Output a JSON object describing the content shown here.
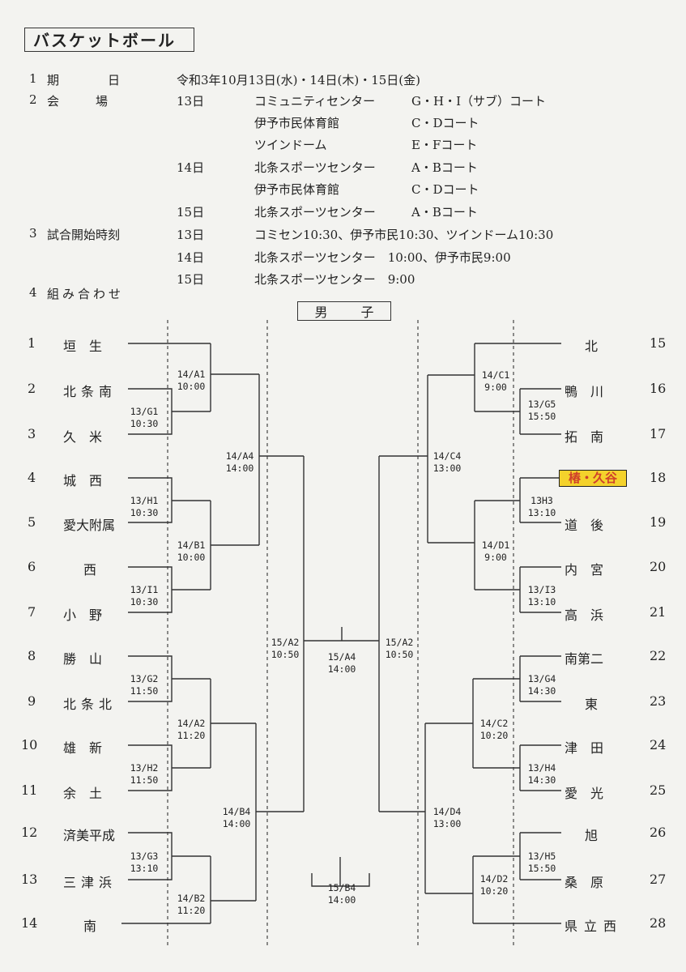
{
  "title": "バスケットボール",
  "info": {
    "r1_no": "1",
    "r1_label": "期　　　　日",
    "r1_val": "令和3年10月13日(水)・14日(木)・15日(金)",
    "r2_no": "2",
    "r2_label": "会　　　場",
    "venues": [
      {
        "day": "13日",
        "place": "コミュニティセンター",
        "court": "G・H・I（サブ）コート"
      },
      {
        "day": "",
        "place": "伊予市民体育館",
        "court": "C・Dコート"
      },
      {
        "day": "",
        "place": "ツインドーム",
        "court": "E・Fコート"
      },
      {
        "day": "14日",
        "place": "北条スポーツセンター",
        "court": "A・Bコート"
      },
      {
        "day": "",
        "place": "伊予市民体育館",
        "court": "C・Dコート"
      },
      {
        "day": "15日",
        "place": "北条スポーツセンター",
        "court": "A・Bコート"
      }
    ],
    "r3_no": "3",
    "r3_label": "試合開始時刻",
    "times": [
      {
        "day": "13日",
        "text": "コミセン10:30、伊予市民10:30、ツインドーム10:30"
      },
      {
        "day": "14日",
        "text": "北条スポーツセンター　10:00、伊予市民9:00"
      },
      {
        "day": "15日",
        "text": "北条スポーツセンター　9:00"
      }
    ],
    "r4_no": "4",
    "r4_label": "組み合わせ"
  },
  "gender": [
    "男",
    "子"
  ],
  "left_teams": [
    {
      "no": "1",
      "name": "垣　生"
    },
    {
      "no": "2",
      "name": "北条南"
    },
    {
      "no": "3",
      "name": "久　米"
    },
    {
      "no": "4",
      "name": "城　西"
    },
    {
      "no": "5",
      "name": "愛大附属"
    },
    {
      "no": "6",
      "name": "西"
    },
    {
      "no": "7",
      "name": "小　野"
    },
    {
      "no": "8",
      "name": "勝　山"
    },
    {
      "no": "9",
      "name": "北条北"
    },
    {
      "no": "10",
      "name": "雄　新"
    },
    {
      "no": "11",
      "name": "余　土"
    },
    {
      "no": "12",
      "name": "済美平成"
    },
    {
      "no": "13",
      "name": "三津浜"
    },
    {
      "no": "14",
      "name": "南"
    }
  ],
  "right_teams": [
    {
      "no": "15",
      "name": "北"
    },
    {
      "no": "16",
      "name": "鴨　川"
    },
    {
      "no": "17",
      "name": "拓　南"
    },
    {
      "no": "18",
      "name": "椿・久谷"
    },
    {
      "no": "19",
      "name": "道　後"
    },
    {
      "no": "20",
      "name": "内　宮"
    },
    {
      "no": "21",
      "name": "高　浜"
    },
    {
      "no": "22",
      "name": "南第二"
    },
    {
      "no": "23",
      "name": "東"
    },
    {
      "no": "24",
      "name": "津　田"
    },
    {
      "no": "25",
      "name": "愛　光"
    },
    {
      "no": "26",
      "name": "旭"
    },
    {
      "no": "27",
      "name": "桑　原"
    },
    {
      "no": "28",
      "name": "県立西"
    }
  ],
  "matches": {
    "G1": [
      "13/G1",
      "10:30"
    ],
    "H1": [
      "13/H1",
      "10:30"
    ],
    "I1": [
      "13/I1",
      "10:30"
    ],
    "G2": [
      "13/G2",
      "11:50"
    ],
    "H2": [
      "13/H2",
      "11:50"
    ],
    "G3": [
      "13/G3",
      "13:10"
    ],
    "A1": [
      "14/A1",
      "10:00"
    ],
    "B1": [
      "14/B1",
      "10:00"
    ],
    "A2": [
      "14/A2",
      "11:20"
    ],
    "B2": [
      "14/B2",
      "11:20"
    ],
    "A4": [
      "14/A4",
      "14:00"
    ],
    "B4": [
      "14/B4",
      "14:00"
    ],
    "L_A2": [
      "15/A2",
      "10:50"
    ],
    "F_A4": [
      "15/A4",
      "14:00"
    ],
    "R_A2": [
      "15/A2",
      "10:50"
    ],
    "F_B4": [
      "15/B4",
      "14:00"
    ],
    "C1": [
      "14/C1",
      "9:00"
    ],
    "G5": [
      "13/G5",
      "15:50"
    ],
    "H3": [
      "13H3",
      "13:10"
    ],
    "D1": [
      "14/D1",
      "9:00"
    ],
    "I3": [
      "13/I3",
      "13:10"
    ],
    "C4": [
      "14/C4",
      "13:00"
    ],
    "G4": [
      "13/G4",
      "14:30"
    ],
    "H4": [
      "13/H4",
      "14:30"
    ],
    "C2": [
      "14/C2",
      "10:20"
    ],
    "H5": [
      "13/H5",
      "15:50"
    ],
    "D2": [
      "14/D2",
      "10:20"
    ],
    "D4": [
      "14/D4",
      "13:00"
    ]
  },
  "colors": {
    "highlight_bg": "#f4d22c",
    "highlight_text": "#d0402a"
  }
}
